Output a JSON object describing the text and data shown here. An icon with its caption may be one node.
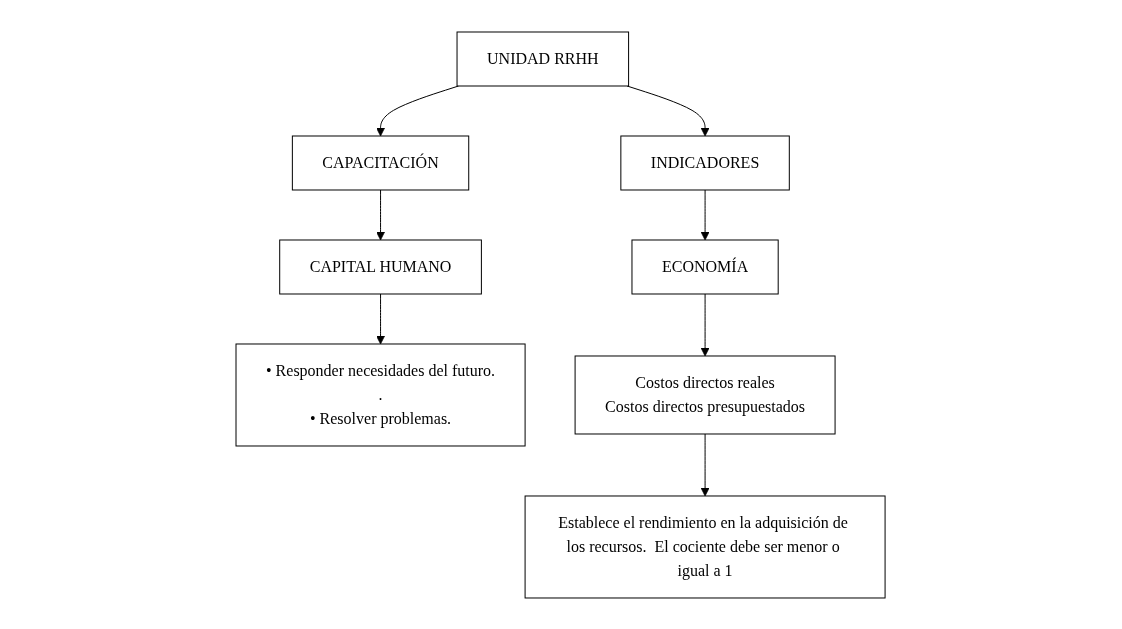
{
  "diagram": {
    "nodes": [
      {
        "text": [
          "• Responder necesidades del futuro.",
          ".",
          "• Resolver problemas."
        ]
      },
      {
        "text": [
          "CAPITAL HUMANO"
        ]
      },
      {
        "text": [
          "CAPACITACIÓN"
        ]
      },
      {
        "text": [
          "UNIDAD RRHH"
        ]
      },
      {
        "text": [
          "INDICADORES"
        ]
      },
      {
        "text": [
          "ECONOMÍA"
        ]
      },
      {
        "text": [
          "Costos directos reales",
          "Costos directos presupuestados"
        ]
      },
      {
        "text": [
          "Establece el rendimiento en la adquisición de los recursos.  El cociente debe ser menor o igual a 1"
        ]
      }
    ],
    "edges": [
      {
        "from": 1,
        "to": 0,
        "arrow": "to"
      },
      {
        "from": 2,
        "to": 1,
        "arrow": "to"
      },
      {
        "from": 3,
        "to": 2,
        "arrow": "to"
      },
      {
        "from": 3,
        "to": 4,
        "arrow": "to"
      },
      {
        "from": 4,
        "to": 5,
        "arrow": "to"
      },
      {
        "from": 5,
        "to": 6,
        "arrow": "to"
      },
      {
        "from": 6,
        "to": 7,
        "arrow": "to"
      }
    ]
  }
}
